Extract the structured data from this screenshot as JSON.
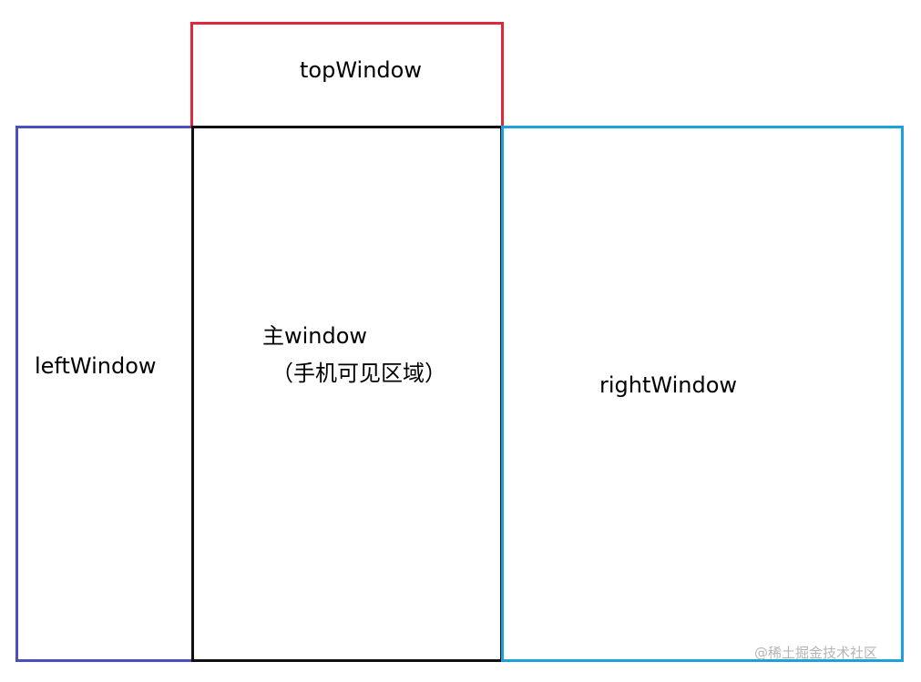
{
  "diagram": {
    "windows": {
      "top": {
        "label": "topWindow",
        "border_color": "#e0283a"
      },
      "left": {
        "label": "leftWindow",
        "border_color": "#4a4ec0"
      },
      "main": {
        "label": "主window",
        "sublabel": "（手机可见区域）",
        "border_color": "#111111"
      },
      "right": {
        "label": "rightWindow",
        "border_color": "#1ea0dc"
      }
    },
    "watermark": "@稀土掘金技术社区"
  }
}
